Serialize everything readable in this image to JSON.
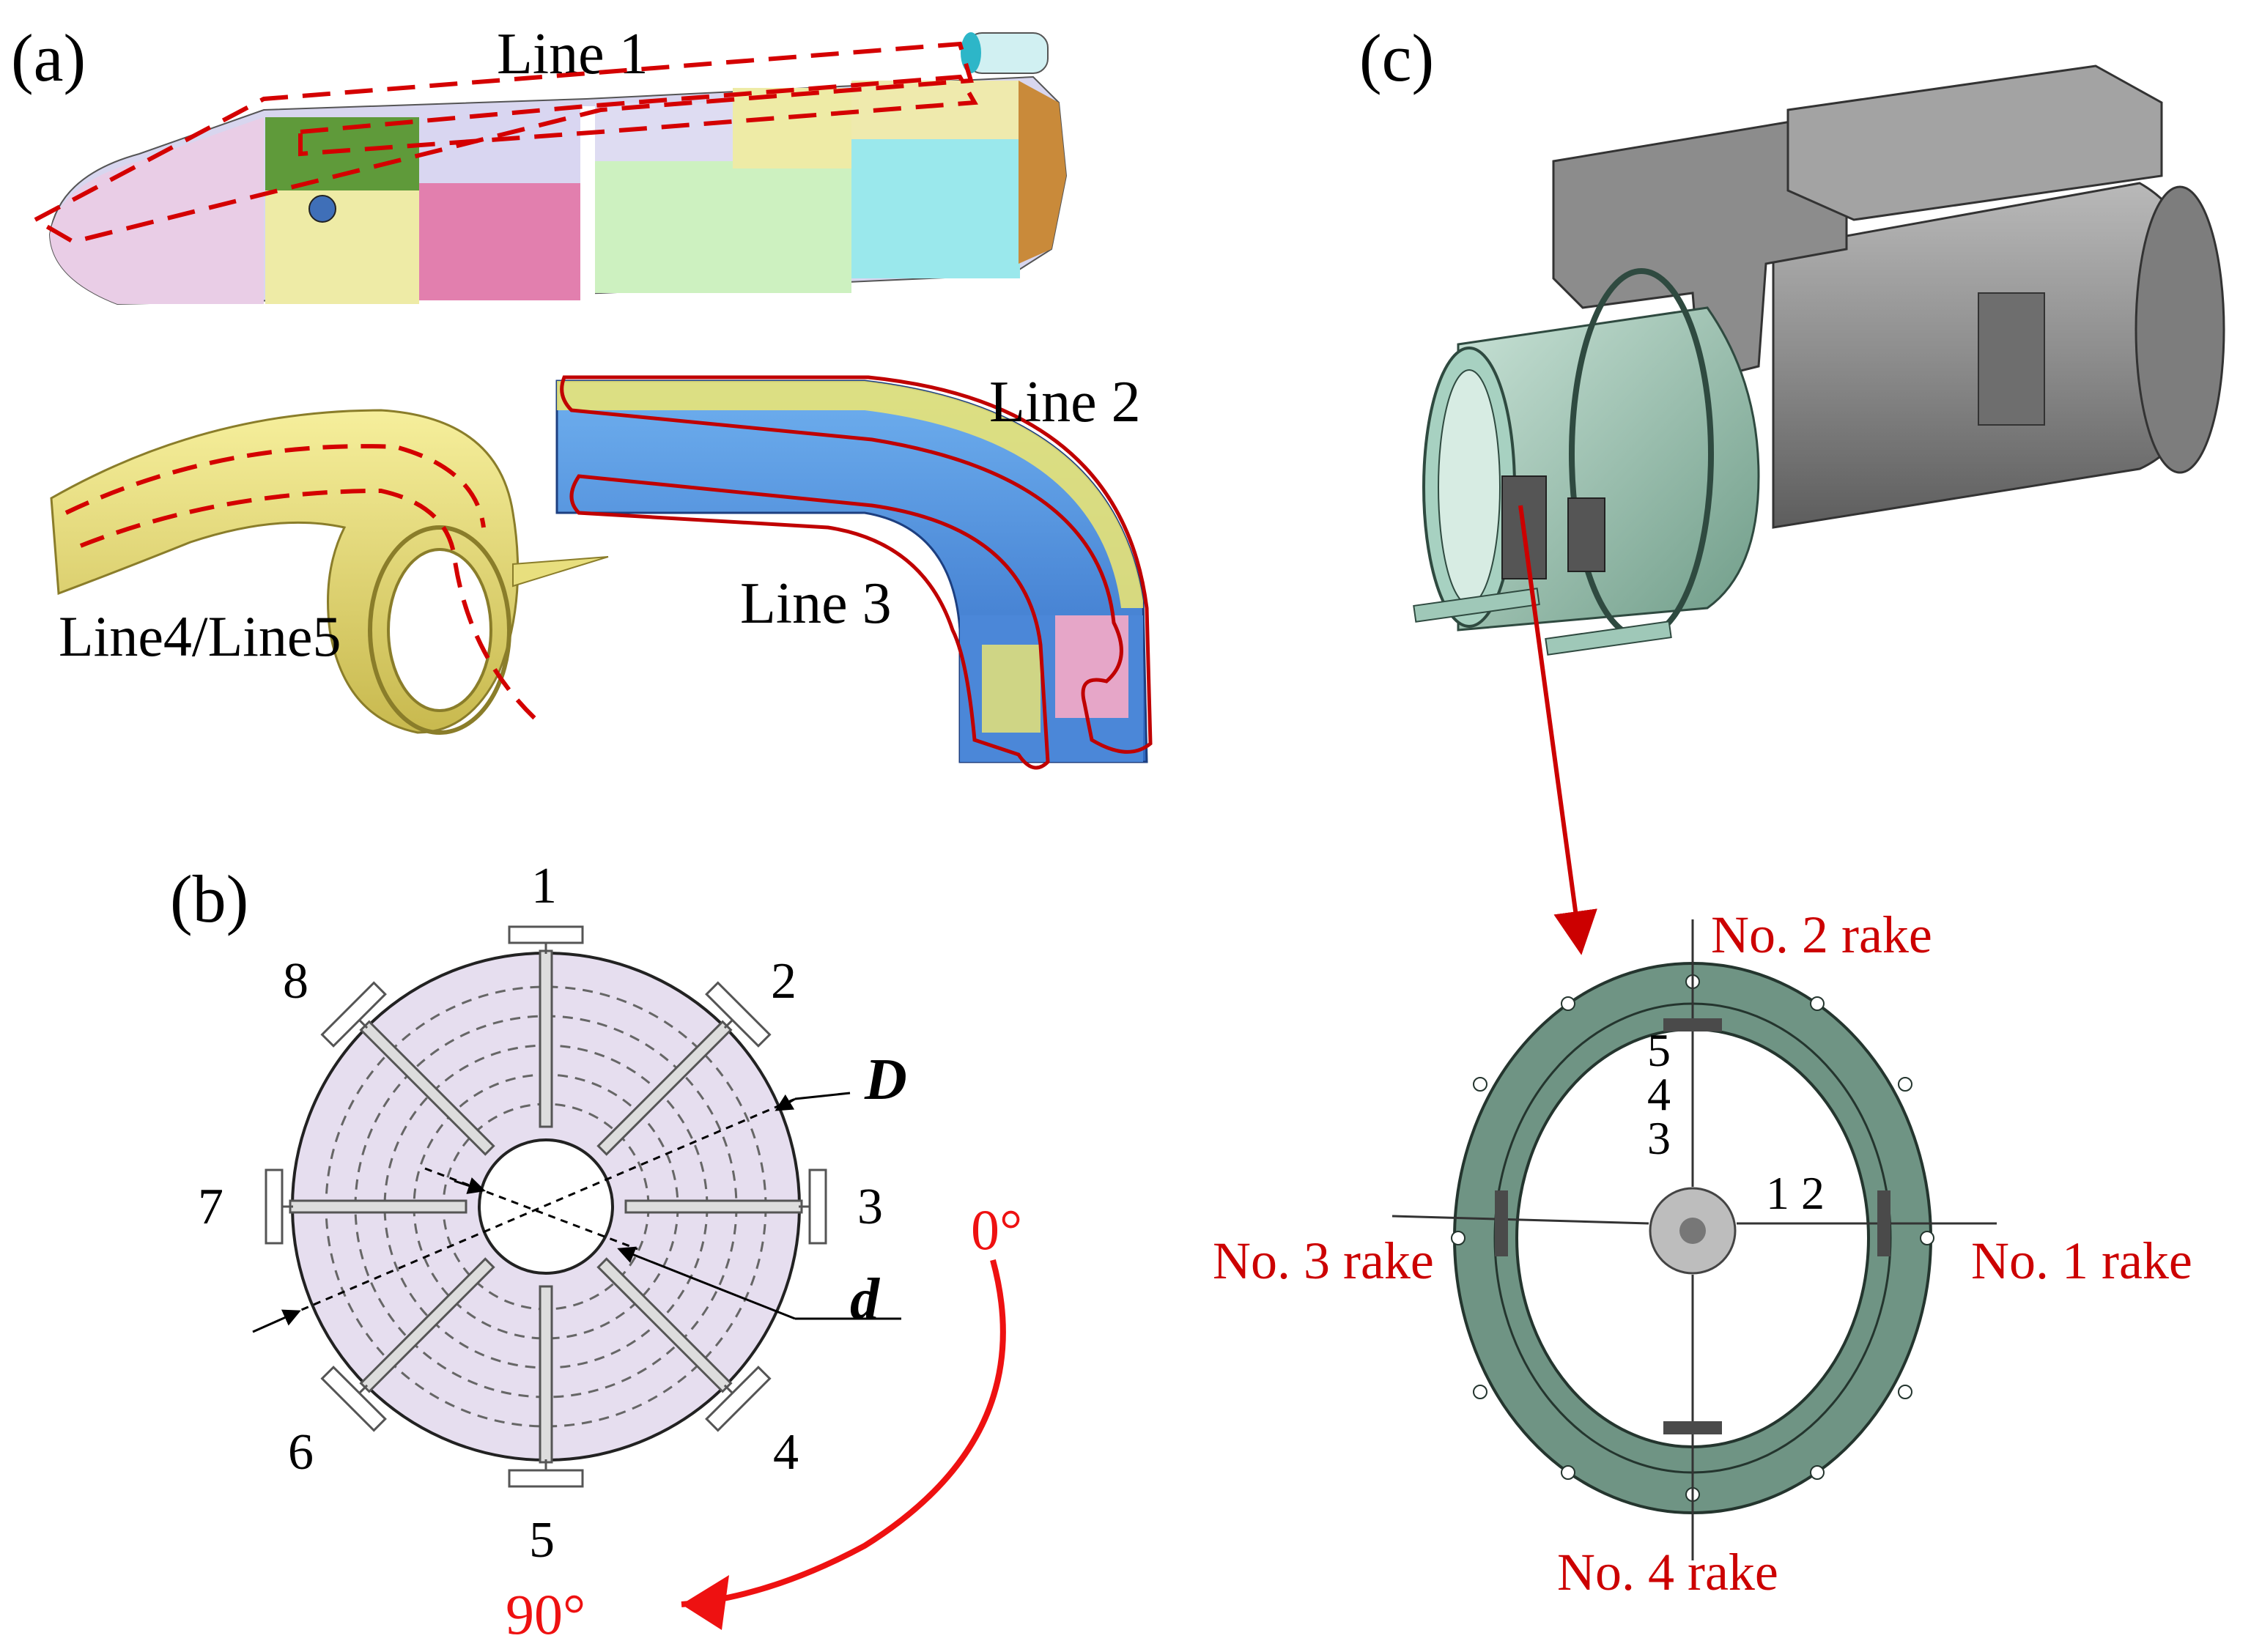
{
  "panels": {
    "a": {
      "label": "(a)",
      "line1": "Line 1",
      "line2": "Line 2",
      "line3": "Line 3",
      "line45": "Line4/Line5"
    },
    "b": {
      "label": "(b)",
      "probe_numbers": [
        "1",
        "2",
        "3",
        "4",
        "5",
        "6",
        "7",
        "8"
      ],
      "dim_outer": "D",
      "dim_inner": "d",
      "angle_start": "0°",
      "angle_end": "90°"
    },
    "c": {
      "label": "(c)",
      "rakes": [
        "No. 1 rake",
        "No. 2 rake",
        "No. 3 rake",
        "No. 4 rake"
      ],
      "probe_labels_vertical": [
        "5",
        "4",
        "3"
      ],
      "probe_labels_horizontal": "1 2"
    }
  },
  "colors": {
    "accent_red": "#cc0000",
    "arrow_red": "#ee1111",
    "disk_fill": "#e6deef",
    "ring_green": "#6f9484",
    "machine_gray": "#8c8c8c"
  }
}
